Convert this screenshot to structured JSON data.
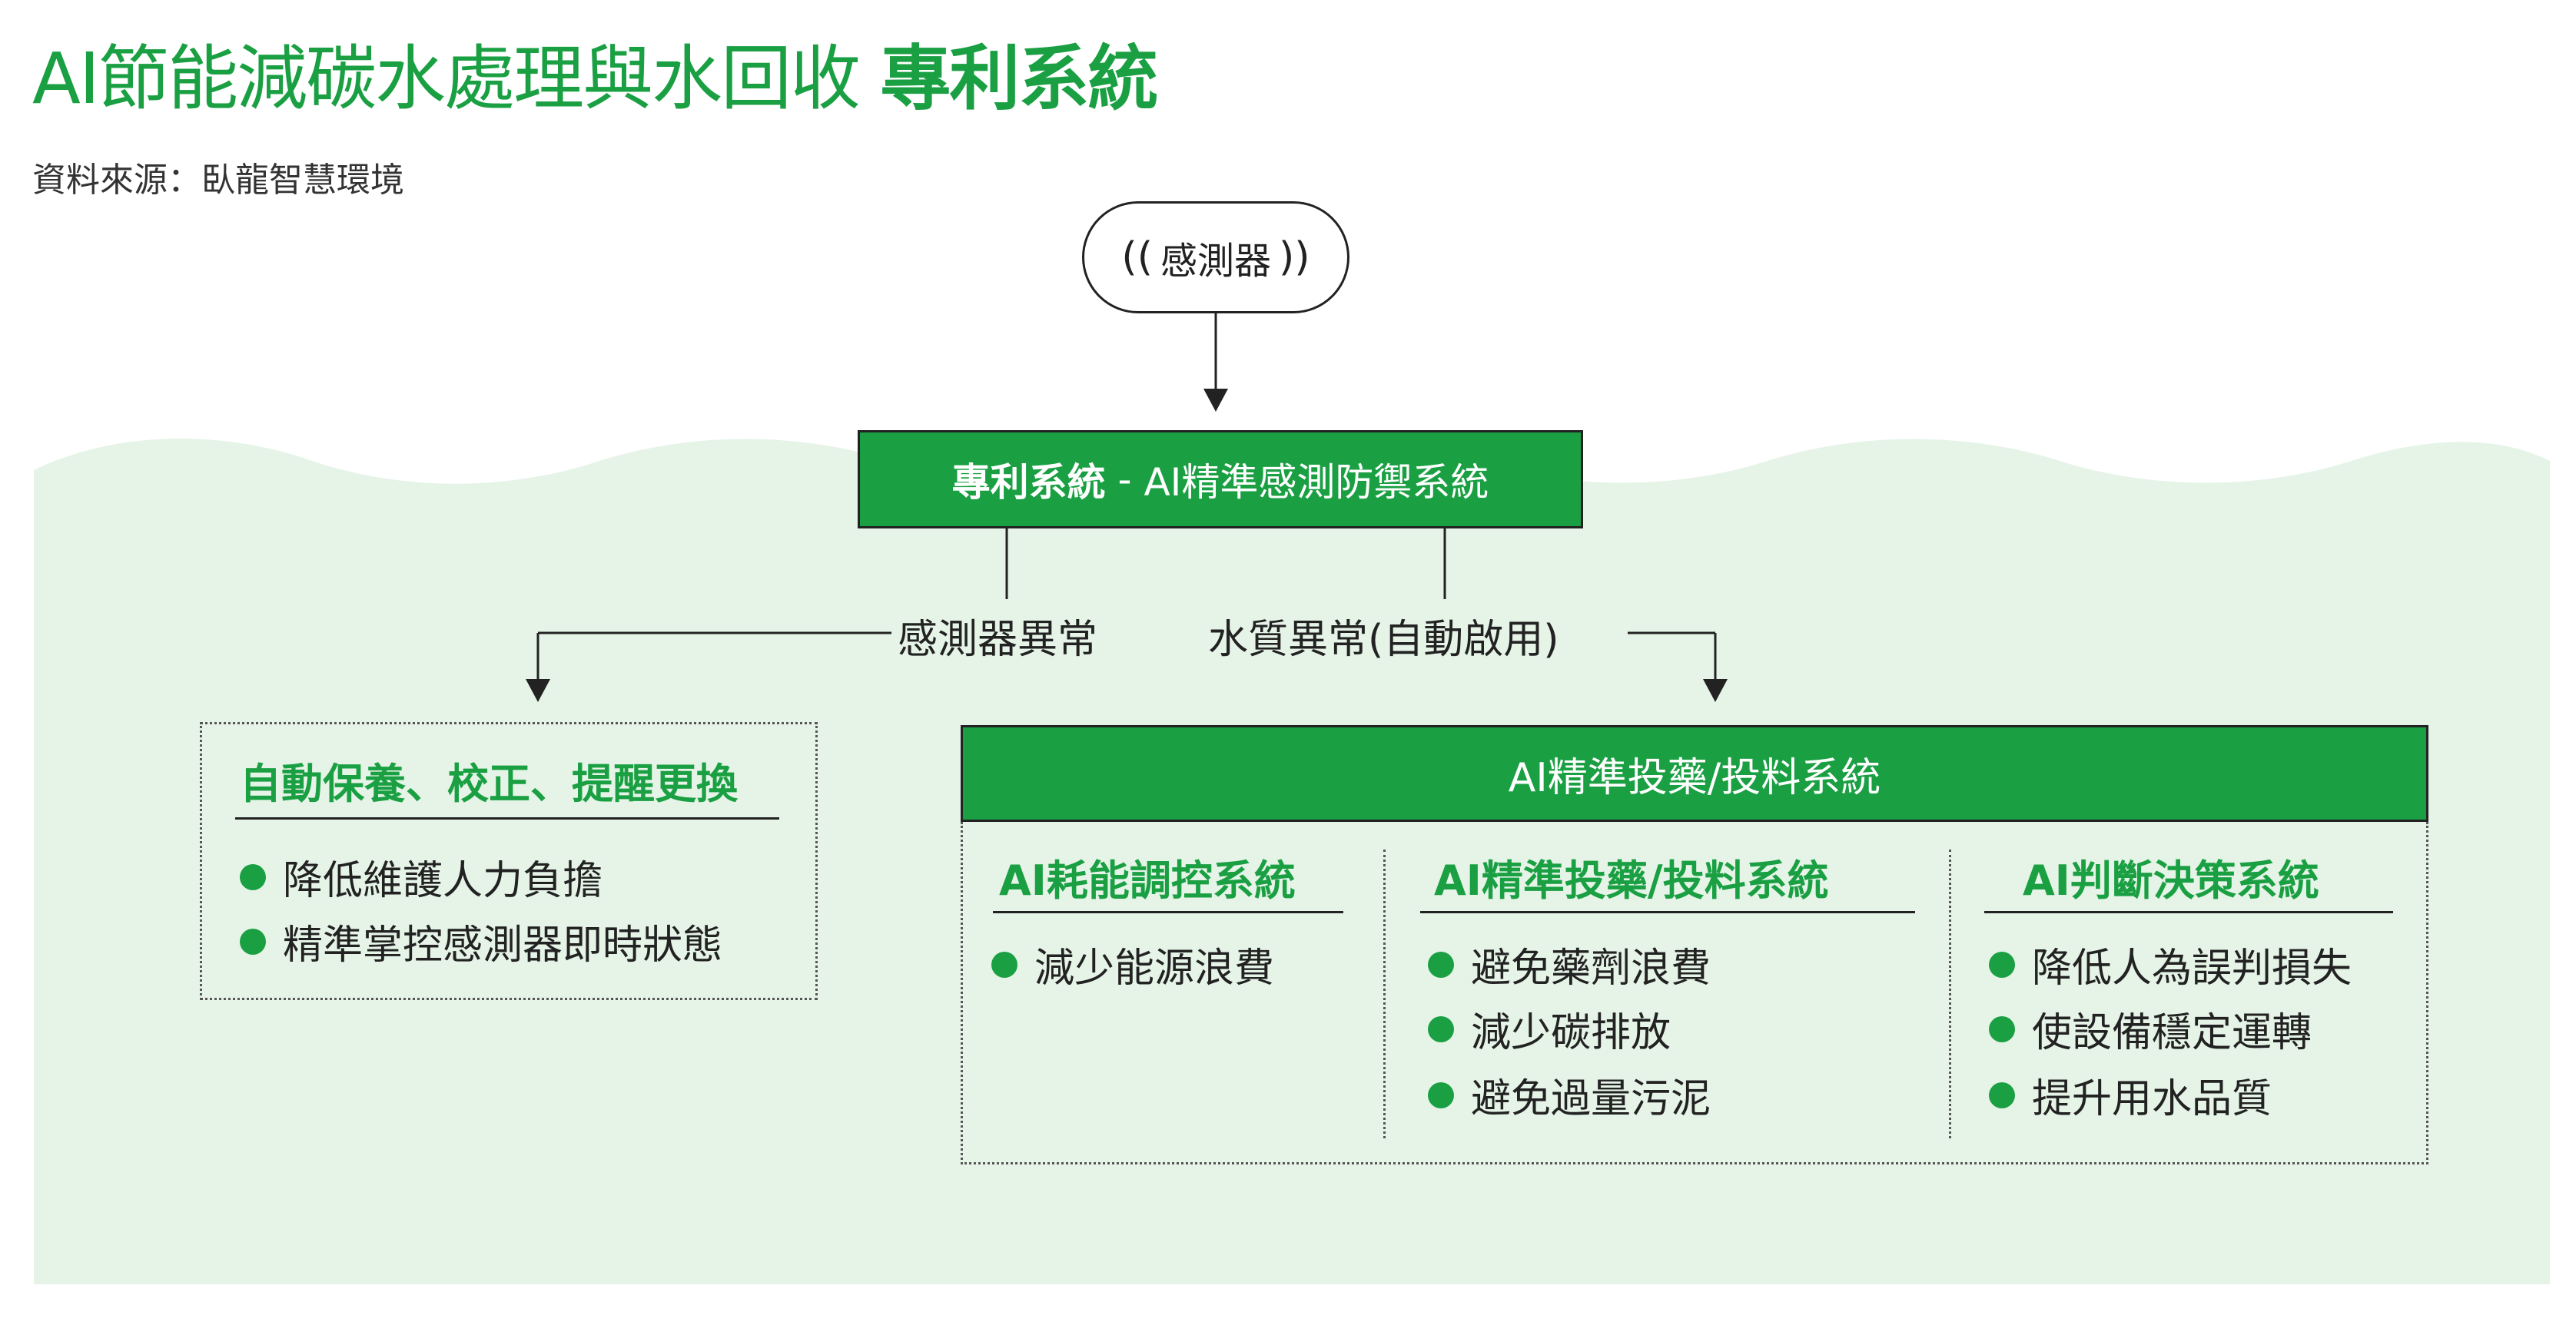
{
  "title": {
    "main": "AI節能減碳水處理與水回收",
    "emphasis": "專利系統"
  },
  "source": "資料來源：臥龍智慧環境",
  "colors": {
    "accent": "#1aa043",
    "background_wave": "#e6f4e8",
    "text": "#222222"
  },
  "sensor": {
    "label": "感測器",
    "wave_left": "((",
    "wave_right": "))"
  },
  "patent_system": {
    "prefix": "專利系統",
    "separator": " - ",
    "name": "AI精準感測防禦系統"
  },
  "conditions": {
    "sensor_anomaly": "感測器異常",
    "water_anomaly": "水質異常(自動啟用)"
  },
  "maintenance": {
    "heading": "自動保養、校正、提醒更換",
    "items": [
      "降低維護人力負擔",
      "精準掌控感測器即時狀態"
    ]
  },
  "dosing_system": {
    "title": "AI精準投藥/投料系統",
    "columns": [
      {
        "heading": "AI耗能調控系統",
        "items": [
          "減少能源浪費"
        ]
      },
      {
        "heading": "AI精準投藥/投料系統",
        "items": [
          "避免藥劑浪費",
          "減少碳排放",
          "避免過量污泥"
        ]
      },
      {
        "heading": "AI判斷決策系統",
        "items": [
          "降低人為誤判損失",
          "使設備穩定運轉",
          "提升用水品質"
        ]
      }
    ]
  }
}
